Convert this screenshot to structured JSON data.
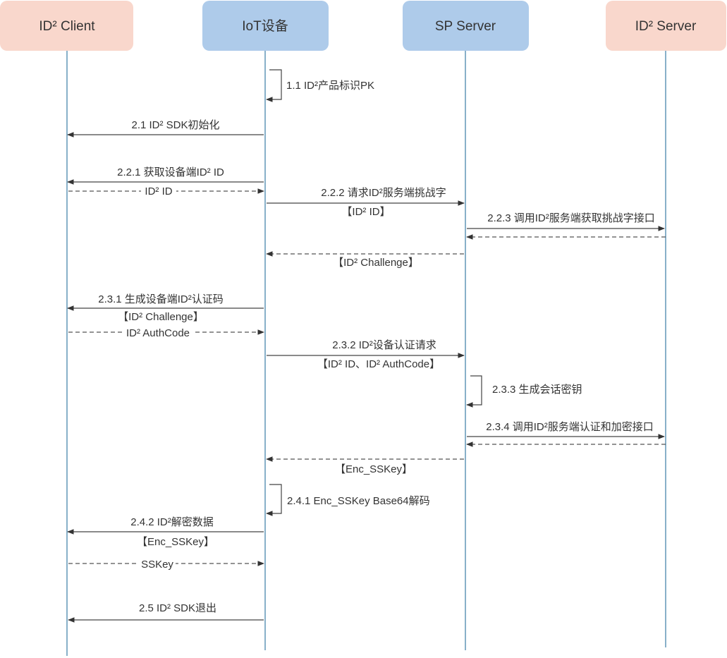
{
  "actors": [
    {
      "id": "client",
      "label": "ID² Client",
      "color": "#f9d7cc"
    },
    {
      "id": "iot",
      "label": "IoT设备",
      "color": "#aecbea"
    },
    {
      "id": "sp",
      "label": "SP Server",
      "color": "#aecbea"
    },
    {
      "id": "server",
      "label": "ID² Server",
      "color": "#f9d7cc"
    }
  ],
  "messages": [
    {
      "label": "1.1 ID²产品标识PK"
    },
    {
      "label": "2.1 ID² SDK初始化"
    },
    {
      "label": "2.2.1 获取设备端ID² ID"
    },
    {
      "label": "ID² ID"
    },
    {
      "label": "2.2.2 请求ID²服务端挑战字"
    },
    {
      "label": "【ID² ID】"
    },
    {
      "label": "2.2.3 调用ID²服务端获取挑战字接口"
    },
    {
      "label": ""
    },
    {
      "label": "【ID² Challenge】"
    },
    {
      "label": "2.3.1 生成设备端ID²认证码"
    },
    {
      "label": "【ID² Challenge】"
    },
    {
      "label": "ID² AuthCode"
    },
    {
      "label": "2.3.2 ID²设备认证请求"
    },
    {
      "label": "【ID² ID、ID² AuthCode】"
    },
    {
      "label": "2.3.3 生成会话密钥"
    },
    {
      "label": "2.3.4 调用ID²服务端认证和加密接口"
    },
    {
      "label": ""
    },
    {
      "label": "【Enc_SSKey】"
    },
    {
      "label": "2.4.1 Enc_SSKey Base64解码"
    },
    {
      "label": "2.4.2 ID²解密数据"
    },
    {
      "label": "【Enc_SSKey】"
    },
    {
      "label": "SSKey"
    },
    {
      "label": "2.5 ID² SDK退出"
    }
  ]
}
